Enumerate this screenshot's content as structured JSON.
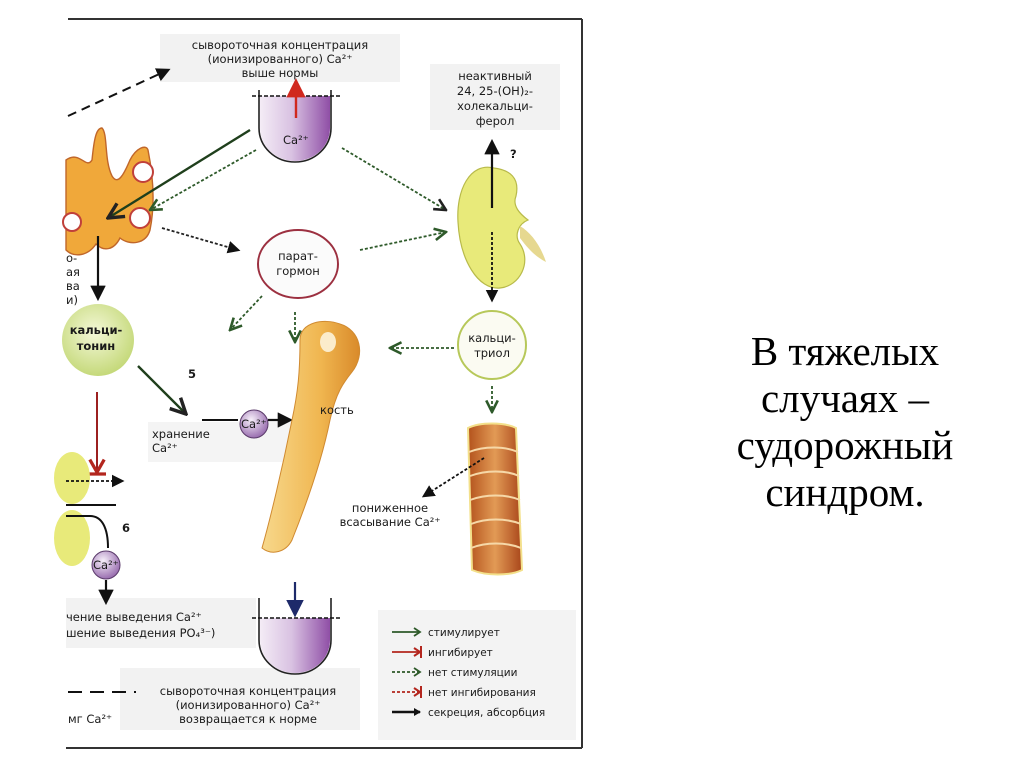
{
  "slide": {
    "caption_lines": [
      "В тяжелых",
      "случаях –",
      "судорожный",
      "синдром."
    ]
  },
  "diagram": {
    "top_beaker": {
      "label_lines": [
        "сывороточная концентрация",
        "(ионизированного) Ca²⁺",
        "выше нормы"
      ],
      "content": "Ca²⁺"
    },
    "inactive_vitamin": {
      "label_lines": [
        "неактивный",
        "24, 25-(OH)₂-",
        "холекальци-",
        "ферол"
      ],
      "question_mark": "?"
    },
    "thyroid_side_label_lines": [
      "о-",
      "ая",
      "ва",
      "и)"
    ],
    "parathormone": [
      "парат-",
      "гормон"
    ],
    "calcitonin": [
      "кальци-",
      "тонин"
    ],
    "calcitriol": [
      "кальци-",
      "триол"
    ],
    "bone": {
      "label": "кость"
    },
    "step5": {
      "number": "5",
      "storage_lines": [
        "хранение",
        "Ca²⁺"
      ],
      "ion": "Ca²⁺"
    },
    "step6": {
      "number": "6",
      "ion": "Ca²⁺"
    },
    "intestine_label_lines": [
      "пониженное",
      "всасывание Ca²⁺"
    ],
    "excretion_lines": [
      "чение выведения Ca²⁺",
      "шение выведения PO₄³⁻)"
    ],
    "bottom_beaker": {
      "label_lines": [
        "сывороточная концентрация",
        "(ионизированного) Ca²⁺",
        "возвращается к норме"
      ]
    },
    "mg_label": "мг Ca²⁺",
    "legend": [
      {
        "label": "стимулирует",
        "style": "solid",
        "color": "#2e5a2a",
        "head": "open"
      },
      {
        "label": "ингибирует",
        "style": "solid",
        "color": "#b3261e",
        "head": "bar"
      },
      {
        "label": "нет стимуляции",
        "style": "dashed",
        "color": "#2e5a2a",
        "head": "open"
      },
      {
        "label": "нет ингибирования",
        "style": "dashed",
        "color": "#b3261e",
        "head": "bar"
      },
      {
        "label": "секреция, абсорбция",
        "style": "solid",
        "color": "#111111",
        "head": "filled"
      }
    ],
    "colors": {
      "thyroid": "#f0a83a",
      "beaker_fill": "#9b5fb0",
      "kidney": "#e8ea7a",
      "calcitonin_fill": "#cfe08a",
      "parathormone_ring": "#9c3040",
      "calcitriol_ring": "#b7c85a",
      "stimulate": "#2e5a2a",
      "inhibit": "#b3261e",
      "intestine": "#c8682a",
      "bone": "#f2c46a"
    }
  }
}
